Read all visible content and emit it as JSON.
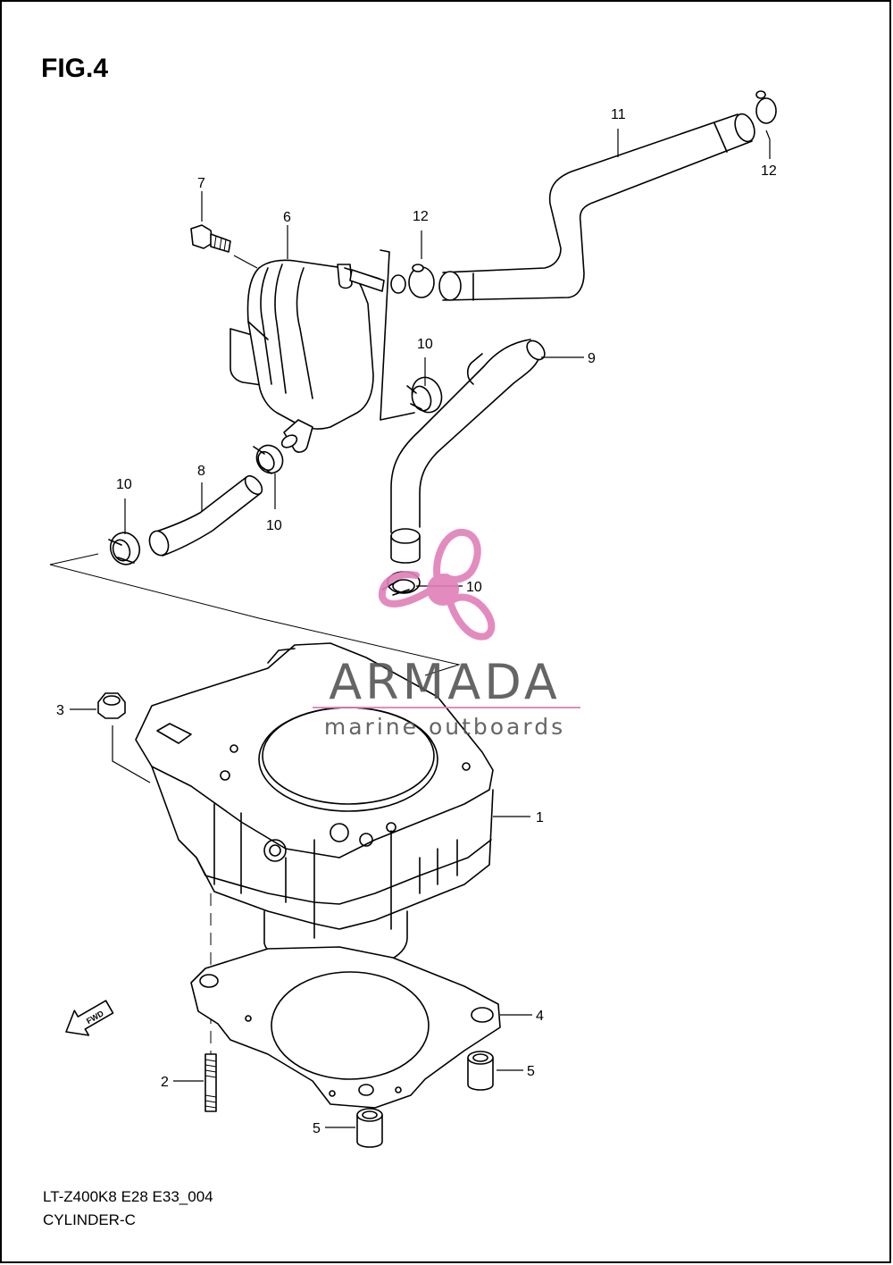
{
  "figure": {
    "title": "FIG.4",
    "model_code": "LT-Z400K8 E28 E33_004",
    "section_name": "CYLINDER-C"
  },
  "callouts": [
    {
      "id": "c1",
      "number": "1"
    },
    {
      "id": "c2",
      "number": "2"
    },
    {
      "id": "c3",
      "number": "3"
    },
    {
      "id": "c4",
      "number": "4"
    },
    {
      "id": "c5a",
      "number": "5"
    },
    {
      "id": "c5b",
      "number": "5"
    },
    {
      "id": "c6",
      "number": "6"
    },
    {
      "id": "c7",
      "number": "7"
    },
    {
      "id": "c8",
      "number": "8"
    },
    {
      "id": "c9",
      "number": "9"
    },
    {
      "id": "c10a",
      "number": "10"
    },
    {
      "id": "c10b",
      "number": "10"
    },
    {
      "id": "c10c",
      "number": "10"
    },
    {
      "id": "c10d",
      "number": "10"
    },
    {
      "id": "c11",
      "number": "11"
    },
    {
      "id": "c12a",
      "number": "12"
    },
    {
      "id": "c12b",
      "number": "12"
    }
  ],
  "fwd_arrow": {
    "label": "FWD"
  },
  "watermark": {
    "brand": "ARMADA",
    "tagline": "marine outboards",
    "accent_color": "#e07fb8",
    "text_color": "#555555"
  }
}
